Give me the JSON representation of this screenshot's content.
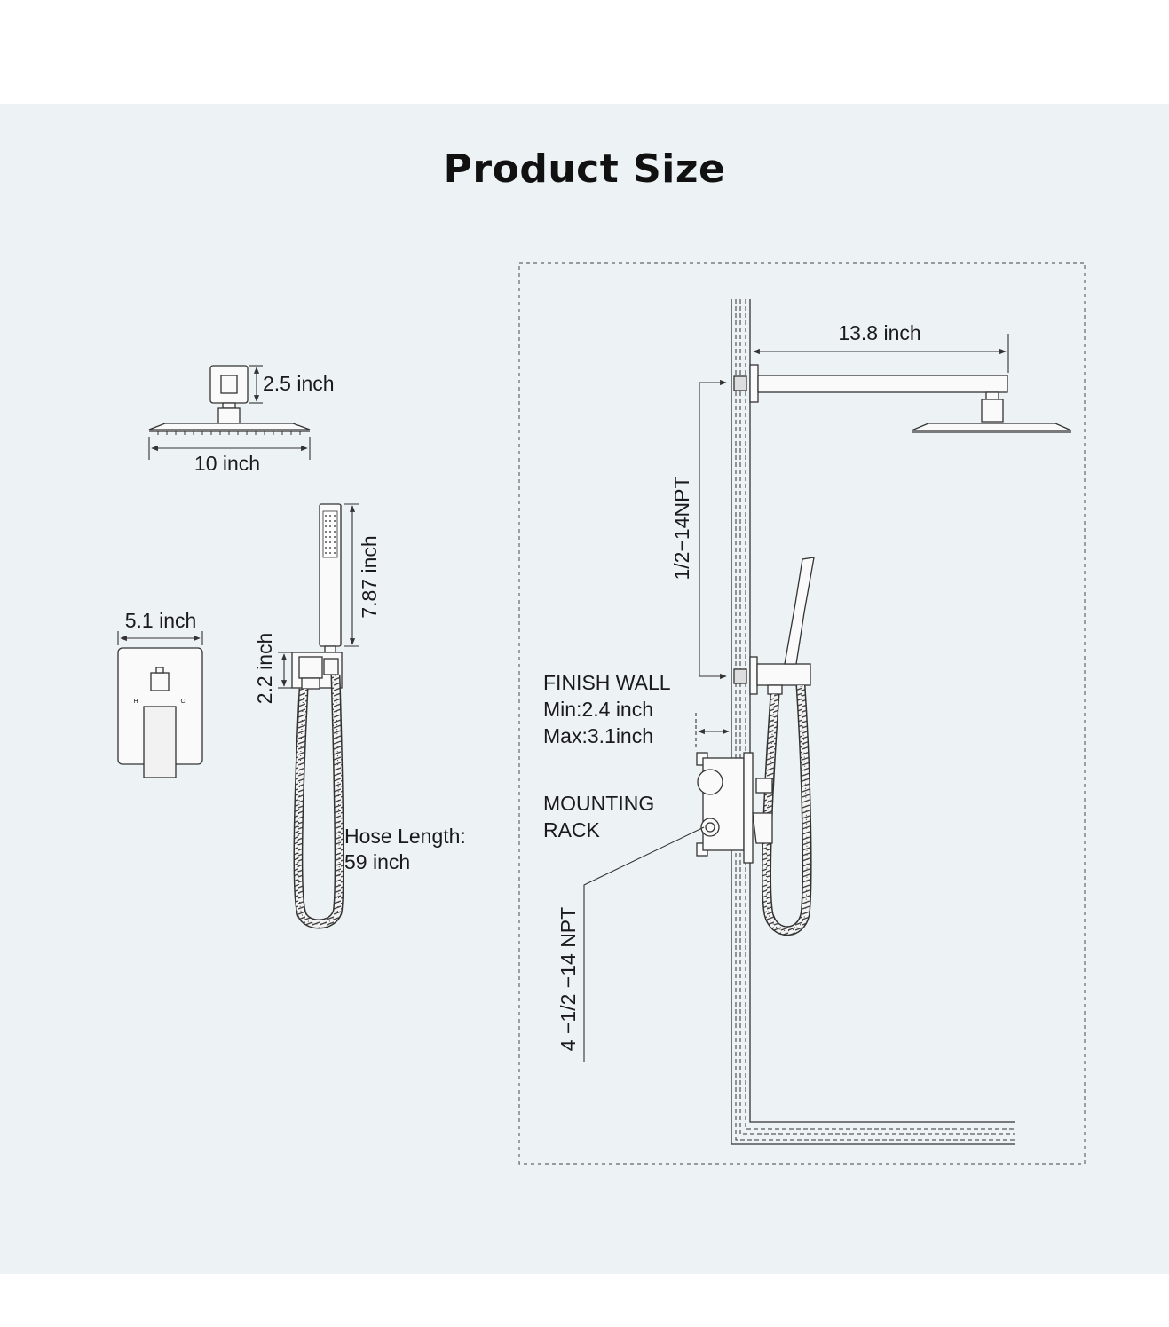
{
  "page": {
    "title": "Product Size"
  },
  "rain_head": {
    "height_label": "2.5 inch",
    "width_label": "10 inch"
  },
  "hand_shower": {
    "length_label": "7.87 inch",
    "holder_label": "2.2 inch",
    "hose_label_line1": "Hose Length:",
    "hose_label_line2": "59 inch"
  },
  "valve_plate": {
    "width_label": "5.1 inch",
    "hot_mark": "H",
    "cold_mark": "C"
  },
  "installation": {
    "arm_label": "13.8 inch",
    "pipe_thread_label": "1/2−14NPT",
    "finish_wall_line1": "FINISH WALL",
    "finish_wall_line2": "Min:2.4 inch",
    "finish_wall_line3": "Max:3.1inch",
    "mounting_line1": "MOUNTING",
    "mounting_line2": "RACK",
    "inlet_label": "4 −1/2 −14 NPT"
  },
  "colors": {
    "background": "#edf2f5",
    "line": "#333333"
  }
}
